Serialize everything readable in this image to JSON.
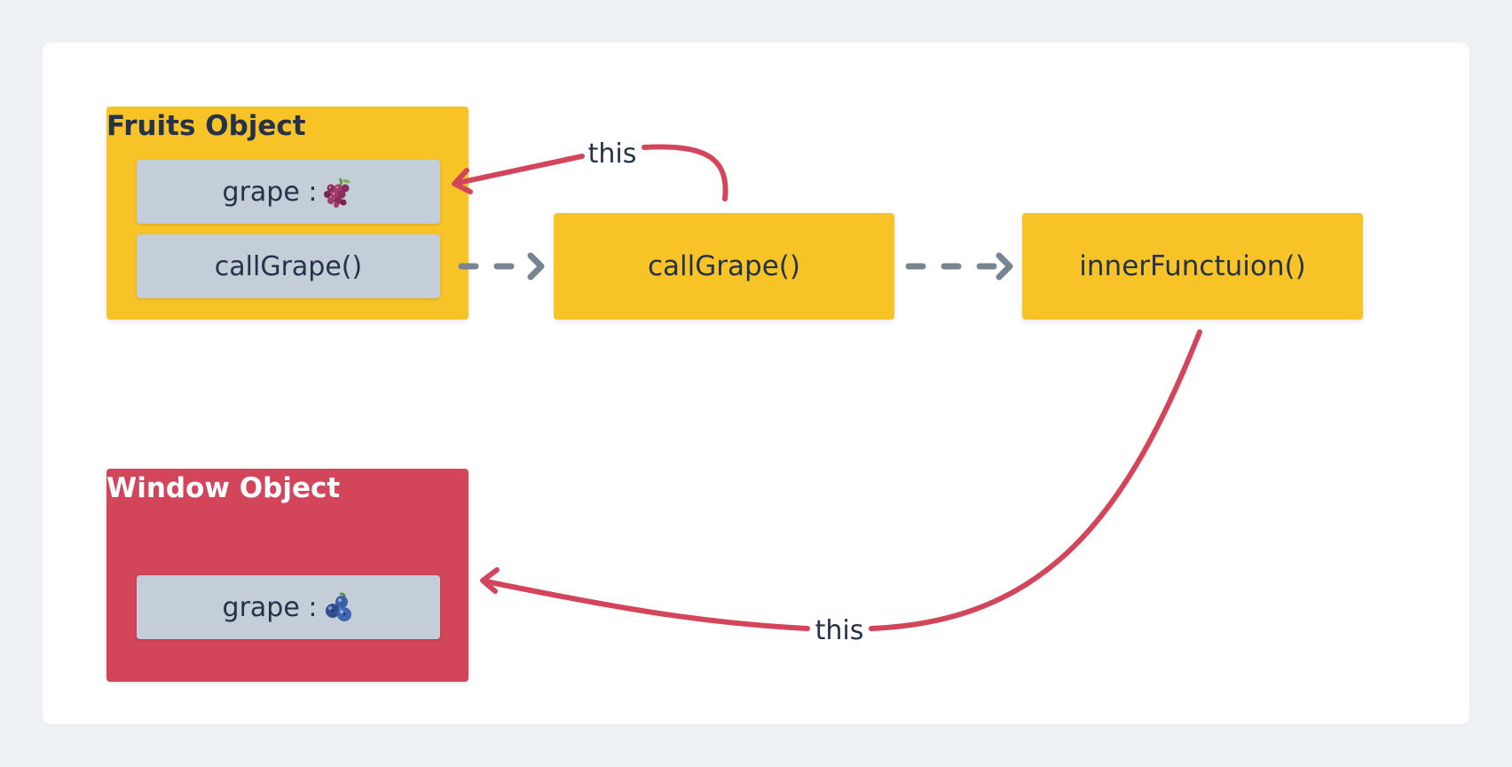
{
  "colors": {
    "page_bg": "#eff2f5",
    "canvas_bg": "#ffffff",
    "fruits_bg": "#f8c327",
    "window_bg": "#d3455b",
    "prop_bg": "#c3ced9",
    "text_dark": "#253247",
    "text_light": "#ffffff",
    "arrow_red": "#d3455b",
    "arrow_gray": "#778492"
  },
  "fruits_object": {
    "title": "Fruits Object",
    "grape_label": "grape :",
    "grape_icon": "grapes-icon",
    "method_label": "callGrape()"
  },
  "window_object": {
    "title": "Window Object",
    "grape_label": "grape :",
    "grape_icon": "blueberries-icon"
  },
  "call_grape": {
    "label": "callGrape()"
  },
  "inner_function": {
    "label": "innerFunctuion()"
  },
  "edges": {
    "this_to_fruits": "this",
    "this_to_window": "this"
  }
}
